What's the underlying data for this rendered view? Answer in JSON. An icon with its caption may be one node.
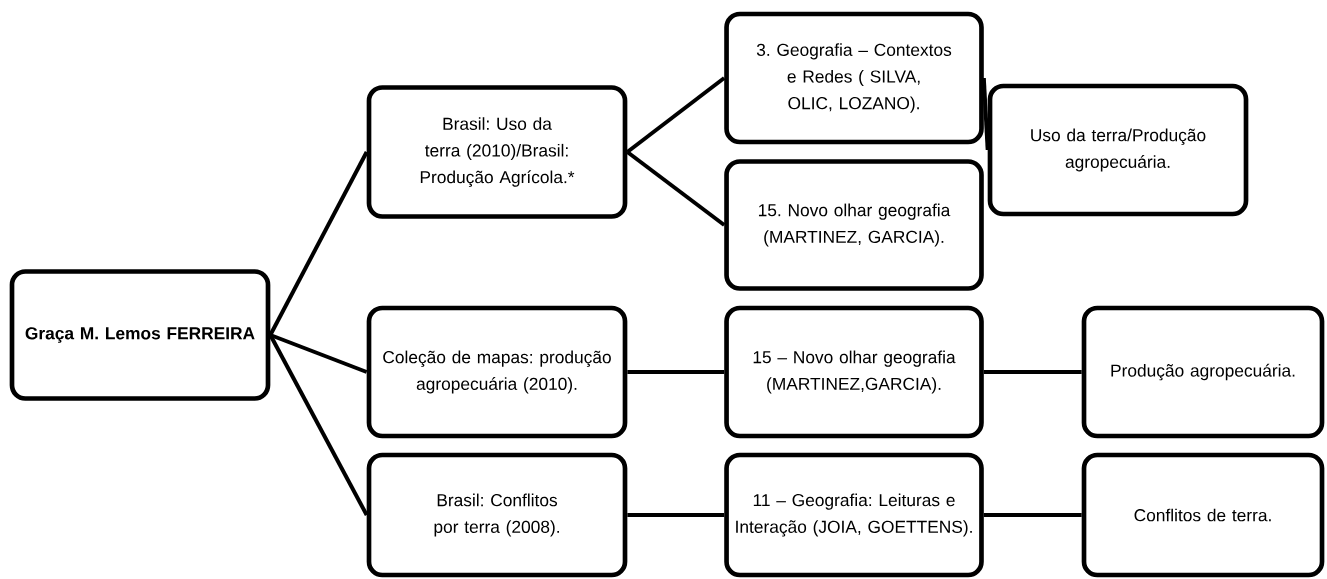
{
  "diagram": {
    "nodes": [
      {
        "text": [
          "Graça M. Lemos FERREIRA"
        ]
      },
      {
        "text": [
          "Brasil: Uso da terra (2010)/Brasil: Produção Agrícola.*"
        ]
      },
      {
        "text": [
          "3. Geografia – Contextos e Redes ( SILVA, OLIC, LOZANO)."
        ]
      },
      {
        "text": [
          "15. Novo olhar geografia (MARTINEZ, GARCIA)."
        ]
      },
      {
        "text": [
          "Uso da terra/Produção agropecuária."
        ]
      },
      {
        "text": [
          "Coleção de mapas: produção agropecuária (2010)."
        ]
      },
      {
        "text": [
          "15 – Novo olhar geografia (MARTINEZ,GARCIA)."
        ]
      },
      {
        "text": [
          "Produção agropecuária."
        ]
      },
      {
        "text": [
          "Brasil: Conflitos por terra (2008)."
        ]
      },
      {
        "text": [
          "11 – Geografia: Leituras e Interação (JOIA, GOETTENS)."
        ]
      },
      {
        "text": [
          "Conflitos de terra."
        ]
      }
    ],
    "edges": [
      {
        "from": 0,
        "to": 1,
        "arrow": "none"
      },
      {
        "from": 0,
        "to": 5,
        "arrow": "none"
      },
      {
        "from": 0,
        "to": 8,
        "arrow": "none"
      },
      {
        "from": 1,
        "to": 2,
        "arrow": "none"
      },
      {
        "from": 1,
        "to": 3,
        "arrow": "none"
      },
      {
        "from": 2,
        "to": 4,
        "arrow": "none"
      },
      {
        "from": 5,
        "to": 6,
        "arrow": "none"
      },
      {
        "from": 6,
        "to": 7,
        "arrow": "none"
      },
      {
        "from": 8,
        "to": 9,
        "arrow": "none"
      },
      {
        "from": 9,
        "to": 10,
        "arrow": "none"
      }
    ]
  }
}
